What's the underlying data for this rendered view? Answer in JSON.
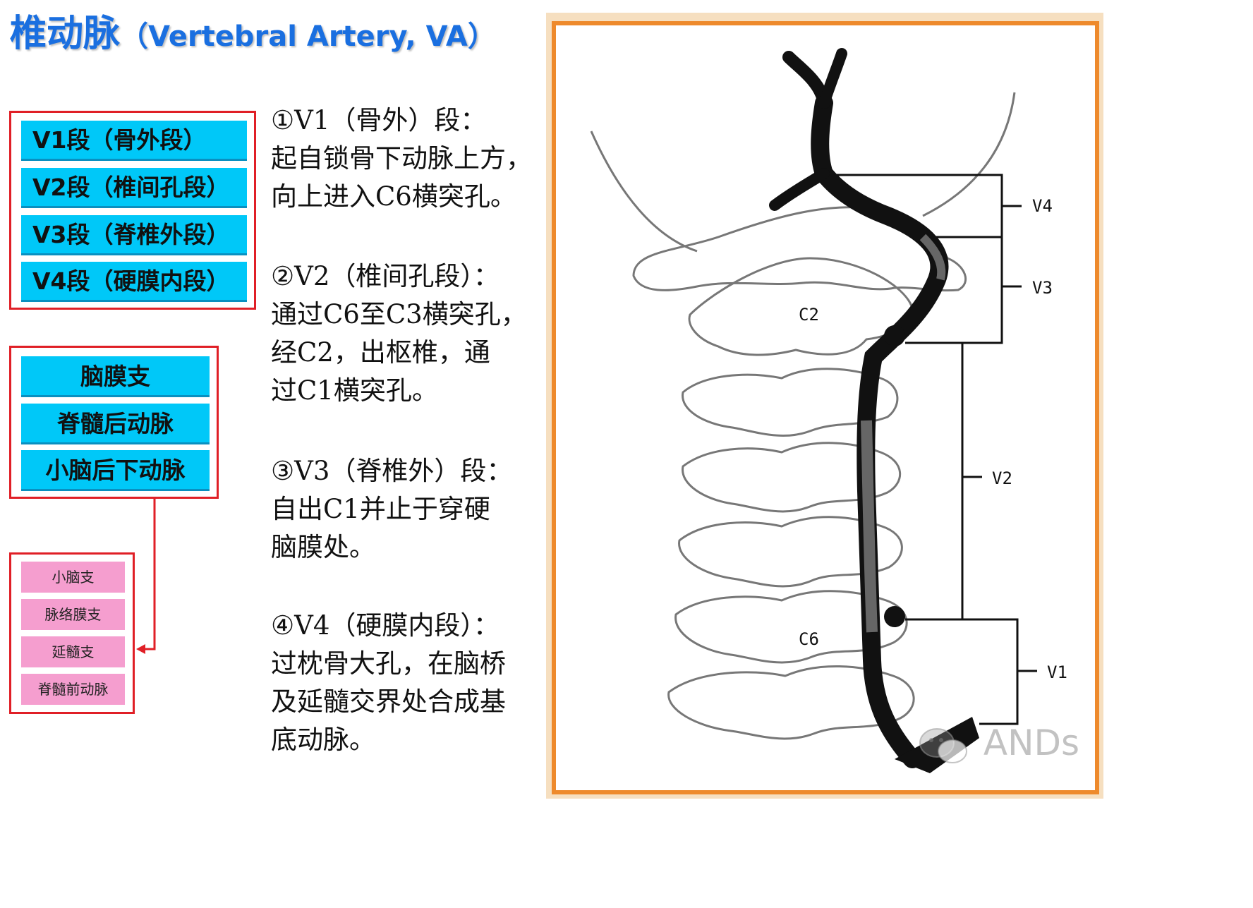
{
  "title": {
    "zh": "椎动脉",
    "en": "（Vertebral Artery, VA）"
  },
  "segments": [
    {
      "label": "V1段（骨外段）"
    },
    {
      "label": "V2段（椎间孔段）"
    },
    {
      "label": "V3段（脊椎外段）"
    },
    {
      "label": "V4段（硬膜内段）"
    }
  ],
  "branches": [
    {
      "label": "脑膜支"
    },
    {
      "label": "脊髓后动脉"
    },
    {
      "label": "小脑后下动脉"
    }
  ],
  "sub_branches": [
    {
      "label": "小脑支"
    },
    {
      "label": "脉络膜支"
    },
    {
      "label": "延髓支"
    },
    {
      "label": "脊髓前动脉"
    }
  ],
  "descriptions": [
    {
      "head": "①V1（骨外）段：",
      "lines": [
        "起自锁骨下动脉上方，",
        "向上进入C6横突孔。"
      ]
    },
    {
      "head": "②V2（椎间孔段）：",
      "lines": [
        "通过C6至C3横突孔，",
        "经C2，出枢椎，通",
        "过C1横突孔。"
      ]
    },
    {
      "head": "③V3（脊椎外）段：",
      "lines": [
        "自出C1并止于穿硬",
        "脑膜处。"
      ]
    },
    {
      "head": "④V4（硬膜内段）：",
      "lines": [
        "过枕骨大孔，在脑桥",
        "及延髓交界处合成基",
        "底动脉。"
      ]
    }
  ],
  "diagram": {
    "vertebra_labels": {
      "c2": "C2",
      "c6": "C6"
    },
    "segment_labels": {
      "v4": "V4",
      "v3": "V3",
      "v2": "V2",
      "v1": "V1"
    },
    "colors": {
      "artery": "#111111",
      "outline": "#777777",
      "frame": "#ee8a2c",
      "panel_bg": "#f6dfc0"
    }
  },
  "watermark": {
    "text": "ANDs",
    "icon": "wechat-logo-icon"
  },
  "colors": {
    "title": "#1a6fe0",
    "box_border": "#e01f26",
    "item_blue": "#00c8f8",
    "item_pink": "#f59ecf"
  }
}
